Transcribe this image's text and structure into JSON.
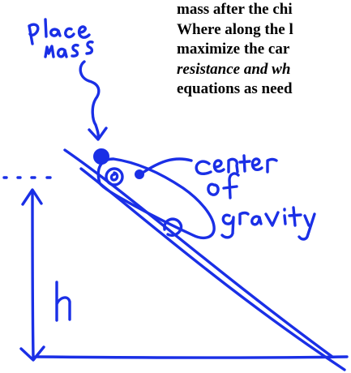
{
  "question_lines": [
    {
      "text": "mass after the chi",
      "italic": false
    },
    {
      "text": "Where along the l",
      "italic": false
    },
    {
      "text": "maximize the car",
      "italic": false
    },
    {
      "text": "resistance and wh",
      "italic": true
    },
    {
      "text": "equations as need",
      "italic": false
    }
  ],
  "ink_color": "#1a2fe6",
  "annotations": {
    "place_mass": [
      "place",
      "mass"
    ],
    "center_of_gravity": [
      "center",
      "of",
      "gravity"
    ],
    "height_label": "h"
  }
}
